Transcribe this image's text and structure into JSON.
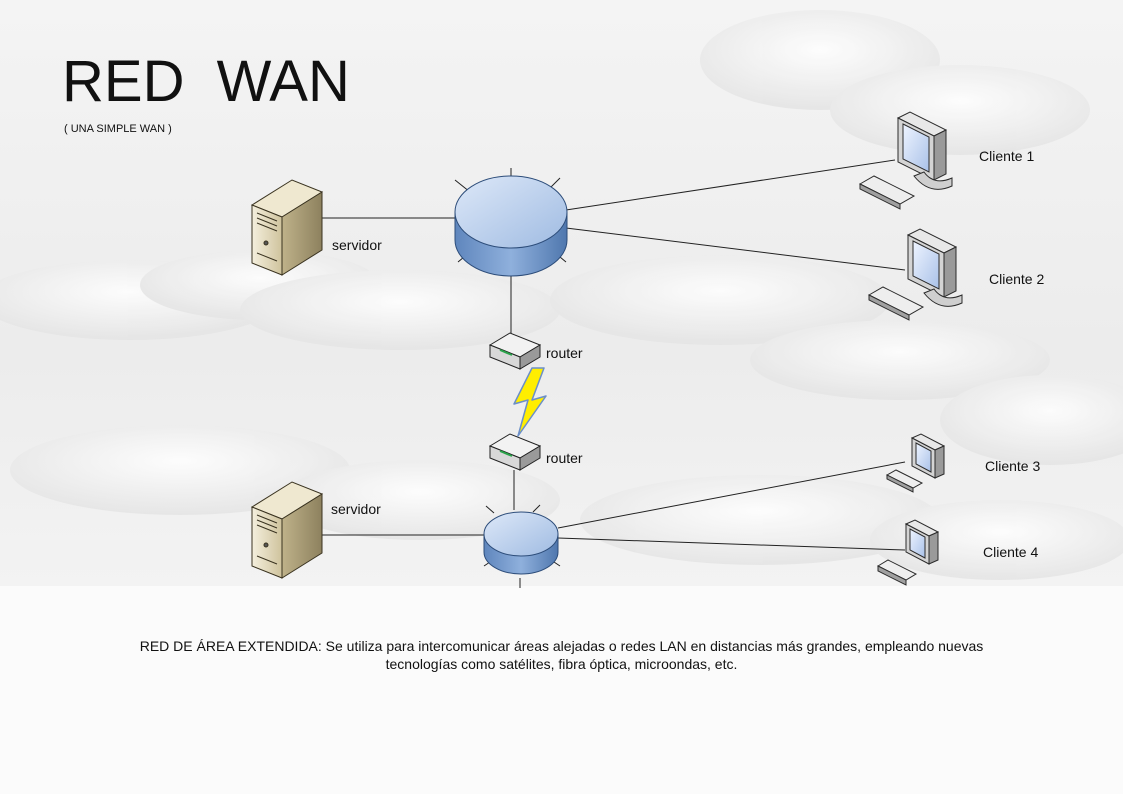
{
  "title": "RED  WAN",
  "subtitle": "( UNA SIMPLE WAN )",
  "nodes": {
    "server_top": "servidor",
    "server_bottom": "servidor",
    "router_top": "router",
    "router_bottom": "router",
    "client_1": "Cliente 1",
    "client_2": "Cliente 2",
    "client_3": "Cliente 3",
    "client_4": "Cliente 4"
  },
  "caption": {
    "line1": "RED DE ÁREA EXTENDIDA: Se utiliza para intercomunicar áreas alejadas o redes LAN en distancias más grandes, empleando nuevas",
    "line2": "tecnologías como satélites, fibra óptica, microondas, etc."
  },
  "colors": {
    "hub_top": "#c9daf2",
    "hub_side": "#6d93c5",
    "lightning": "#ffee00",
    "server_body": "#d9cfb0"
  }
}
